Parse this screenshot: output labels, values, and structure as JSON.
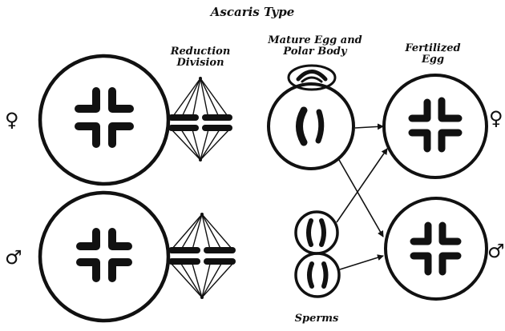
{
  "diagram": {
    "title": "Ascaris Type",
    "labels": {
      "reduction_line1": "Reduction",
      "reduction_line2": "Division",
      "mature_line1": "Mature Egg and",
      "mature_line2": "Polar Body",
      "fertilized_line1": "Fertilized",
      "fertilized_line2": "Egg",
      "sperms": "Sperms"
    },
    "symbols": {
      "female_left": "♀",
      "female_right": "♀",
      "male_left": "♂",
      "male_right": "♂"
    },
    "ink_color": "#111111",
    "background": "#ffffff"
  }
}
